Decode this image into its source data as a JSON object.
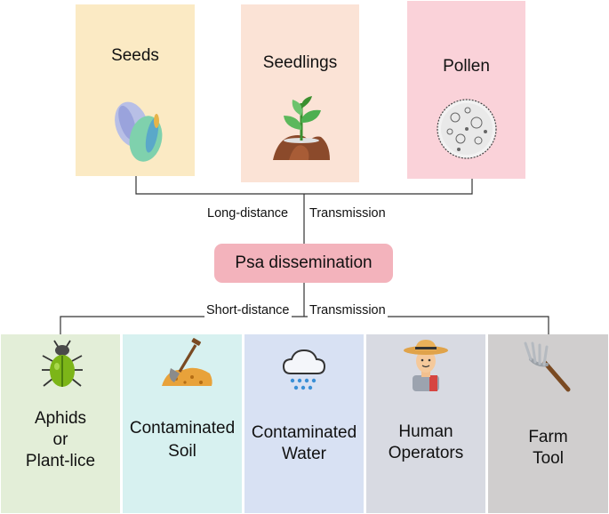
{
  "top_sources": [
    {
      "label": "Seeds",
      "color": "#fbeac4",
      "icon": "seeds-icon"
    },
    {
      "label": "Seedlings",
      "color": "#fbe3d6",
      "icon": "seedling-icon"
    },
    {
      "label": "Pollen",
      "color": "#fad2d9",
      "icon": "pollen-icon"
    }
  ],
  "long_transmission": {
    "left": "Long-distance",
    "right": "Transmission"
  },
  "center_label": "Psa dissemination",
  "short_transmission": {
    "left": "Short-distance",
    "right": "Transmission"
  },
  "bottom_sources": [
    {
      "lines": [
        "Aphids",
        "or",
        "Plant-lice"
      ],
      "color": "#e3eed8",
      "icon": "beetle-icon"
    },
    {
      "lines": [
        "Contaminated",
        "Soil"
      ],
      "color": "#d7f1f0",
      "icon": "shovel-soil-icon"
    },
    {
      "lines": [
        "Contaminated",
        "Water"
      ],
      "color": "#d8e1f3",
      "icon": "rain-cloud-icon"
    },
    {
      "lines": [
        "Human",
        "Operators"
      ],
      "color": "#d8dae2",
      "icon": "farmer-icon"
    },
    {
      "lines": [
        "Farm",
        "Tool"
      ],
      "color": "#d0cece",
      "icon": "rake-icon"
    }
  ]
}
